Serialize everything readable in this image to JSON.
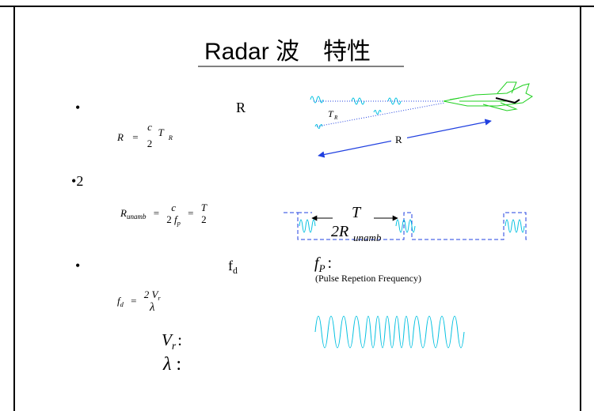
{
  "slide": {
    "title": "Radar 波　特性",
    "bullet1": {
      "symbol": "•",
      "label": "R"
    },
    "formula_range": {
      "lhs": "R",
      "eq": "=",
      "num": "c",
      "den": "2",
      "t": "T",
      "t_sub": "R"
    },
    "bullet2": {
      "symbol": "•",
      "label": "2"
    },
    "formula_unamb": {
      "lhs": "R",
      "lhs_sub": "unamb",
      "eq": "=",
      "num": "c",
      "den": "2",
      "den_f": "f",
      "den_f_sub": "p",
      "eq2": "=",
      "num2": "T",
      "den2": "2"
    },
    "bullet3": {
      "symbol": "•",
      "label": "f",
      "label_sub": "d"
    },
    "formula_doppler": {
      "lhs": "f",
      "lhs_sub": "d",
      "eq": "=",
      "num": "2 V",
      "num_sub": "r",
      "den": "λ"
    },
    "vr_def": {
      "symbol": "V",
      "sub": "r",
      "colon": ":"
    },
    "lambda_def": {
      "symbol": "λ",
      "colon": ":"
    },
    "fp_def": {
      "symbol": "f",
      "sub": "P",
      "colon": ":"
    },
    "fp_note": "(Pulse Repetion Frequency)"
  },
  "diagram": {
    "range_label": "R",
    "echo_time_label": "T",
    "echo_time_sub": "R",
    "pulse_period_label": "T",
    "unamb_label": "2R",
    "unamb_sub": "unamb"
  },
  "colors": {
    "wave": "#00c0e0",
    "arrow": "#2040e0",
    "aircraft": "#20d020",
    "underline": "#000000"
  }
}
